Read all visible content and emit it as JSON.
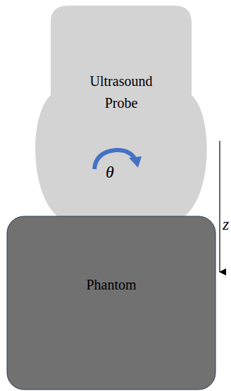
{
  "diagram": {
    "nodes": [
      {
        "text": [
          "Ultrasound Probe"
        ]
      },
      {
        "text": [
          "Phantom"
        ]
      }
    ],
    "labels": [
      "θ",
      "z"
    ]
  }
}
